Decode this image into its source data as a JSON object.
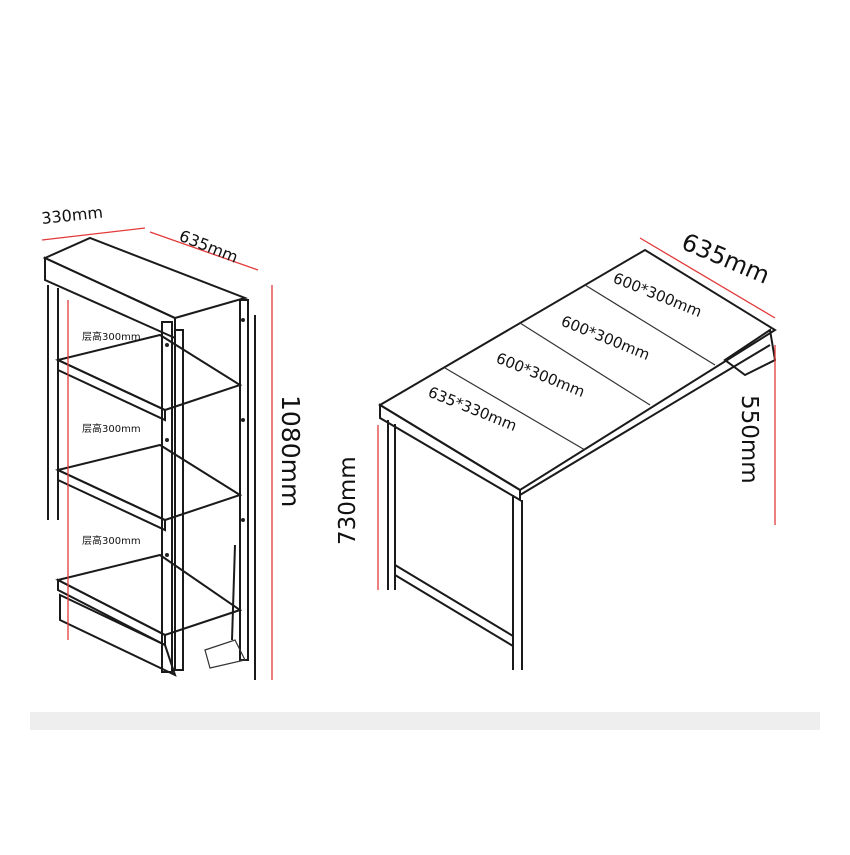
{
  "shelf_view": {
    "depth": "330mm",
    "width": "635mm",
    "height": "1080mm",
    "tier_labels": [
      "层高300mm",
      "层高300mm",
      "层高300mm"
    ]
  },
  "table_view": {
    "width": "635mm",
    "table_height": "730mm",
    "bracket_height": "550mm",
    "panels": [
      "600*300mm",
      "600*300mm",
      "600*300mm",
      "635*330mm"
    ]
  }
}
